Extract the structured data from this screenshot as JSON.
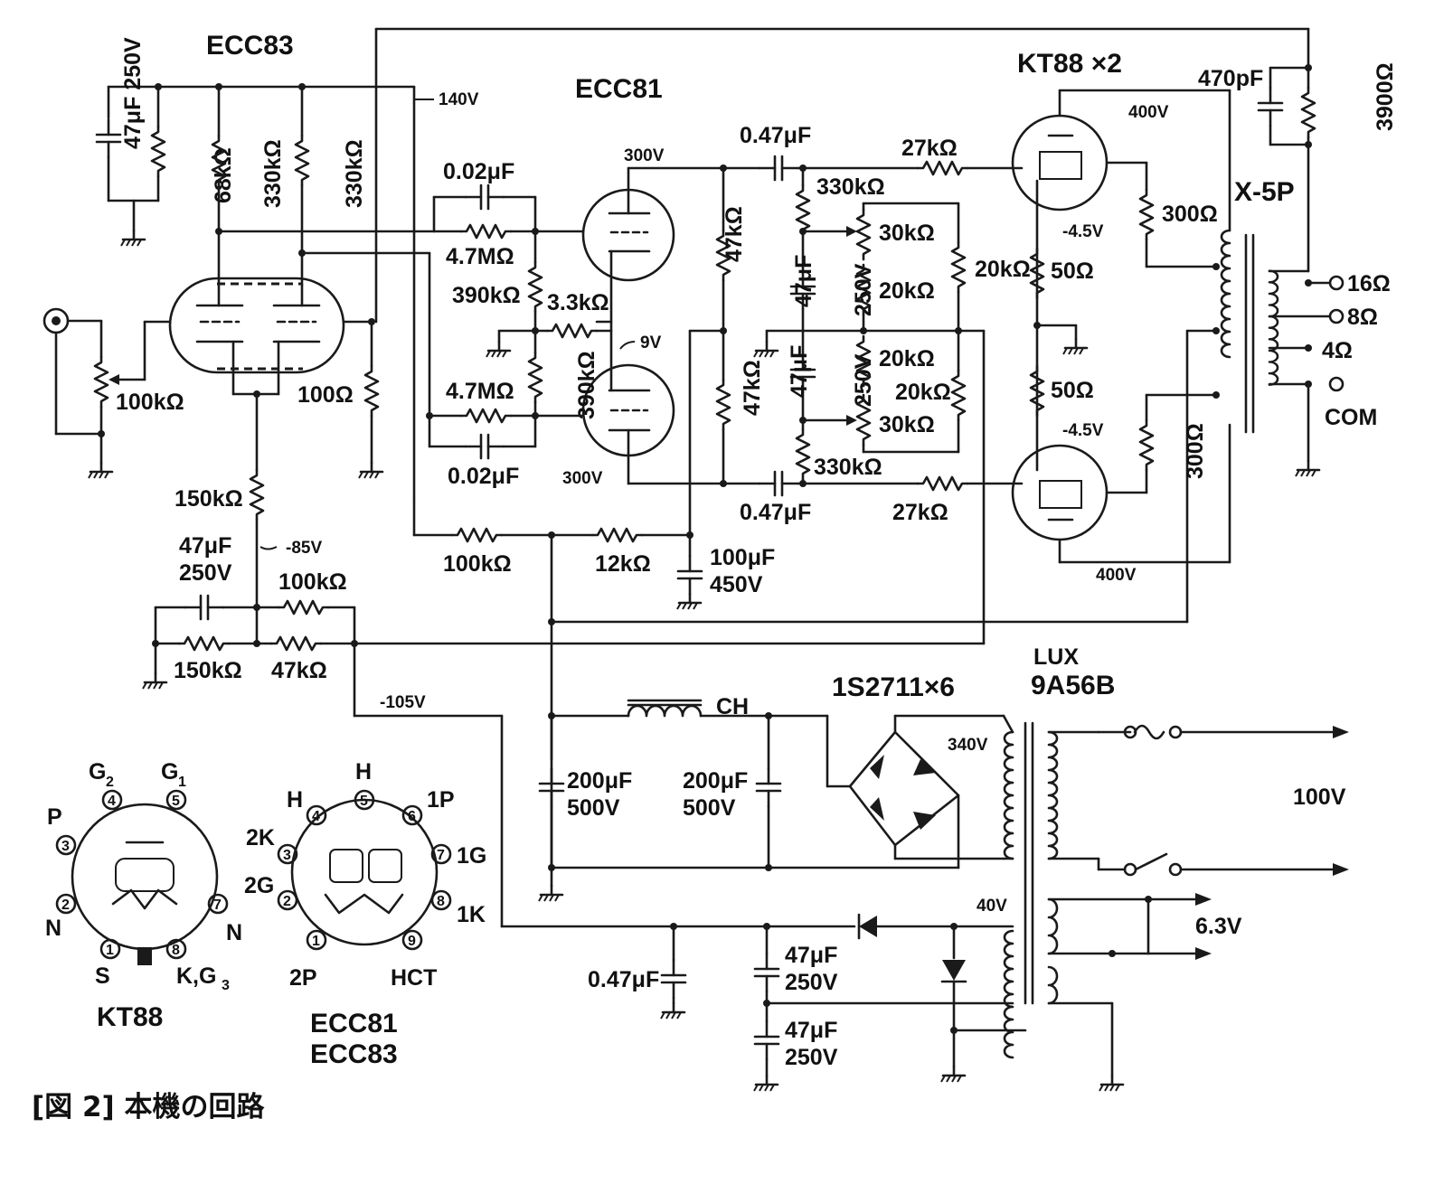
{
  "caption": "[図 2]  本機の回路",
  "tubes": {
    "input": "ECC83",
    "driver": "ECC81",
    "output": "KT88 ×2",
    "output_transformer": "X-5P",
    "power_transformer_brand": "LUX",
    "power_transformer": "9A56B",
    "rectifier": "1S2711×6"
  },
  "voltages": {
    "b_140": "140V",
    "p300_top": "300V",
    "p300_bot": "300V",
    "k9": "9V",
    "p400_top": "400V",
    "p400_bot": "400V",
    "g_m45_top": "-4.5V",
    "g_m45_bot": "-4.5V",
    "bias_m85": "-85V",
    "bias_m105": "-105V",
    "ac340": "340V",
    "ac40": "40V",
    "mains": "100V",
    "heater": "6.3V"
  },
  "outputs": {
    "o16": "16Ω",
    "o8": "8Ω",
    "o4": "4Ω",
    "com": "COM"
  },
  "components": {
    "c_47u": "47μF 250V",
    "r_68k": "68kΩ",
    "r_330k_a": "330kΩ",
    "r_330k_b": "330kΩ",
    "vr_100k": "100kΩ",
    "r_100": "100Ω",
    "r_150k_tail": "150kΩ",
    "c_47u_bias_a": "47μF",
    "c_47u_bias_b": "250V",
    "r_100k_bias": "100kΩ",
    "r_150k_bias": "150kΩ",
    "r_47k_bias": "47kΩ",
    "c_002_top": "0.02μF",
    "r_47m_top": "4.7MΩ",
    "r_390k_top": "390kΩ",
    "r_33k": "3.3kΩ",
    "r_390k_bot": "390kΩ",
    "r_47m_bot": "4.7MΩ",
    "c_002_bot": "0.02μF",
    "r_47k_top": "47kΩ",
    "r_47k_bot": "47kΩ",
    "c_047_top": "0.47μF",
    "c_047_bot": "0.47μF",
    "r_330k_gt": "330kΩ",
    "r_330k_gb": "330kΩ",
    "c_47u_mid_a": "47μF",
    "c_47u_mid_b": "250V",
    "c_47u_mid2_a": "47μF",
    "c_47u_mid2_b": "250V",
    "vr_30k_top": "30kΩ",
    "r_20k_a": "20kΩ",
    "r_20k_b": "20kΩ",
    "vr_30k_bot": "30kΩ",
    "r_20k_c": "20kΩ",
    "r_20k_d": "20kΩ",
    "r_27k_top": "27kΩ",
    "r_27k_bot": "27kΩ",
    "r_100k_b": "100kΩ",
    "r_12k": "12kΩ",
    "c_100u_a": "100μF",
    "c_100u_b": "450V",
    "r_50_top": "50Ω",
    "r_50_bot": "50Ω",
    "r_300_top": "300Ω",
    "r_300_bot": "300Ω",
    "c_470p": "470pF",
    "r_3900": "3900Ω",
    "choke": "CH",
    "c_200u_a1": "200μF",
    "c_200u_a2": "500V",
    "c_200u_b1": "200μF",
    "c_200u_b2": "500V",
    "c_047_ps": "0.47μF",
    "c_47u_ps1a": "47μF",
    "c_47u_ps1b": "250V",
    "c_47u_ps2a": "47μF",
    "c_47u_ps2b": "250V"
  },
  "pinouts": {
    "kt88": {
      "title": "KT88",
      "G2": "G",
      "G2sub": "2",
      "G1": "G",
      "G1sub": "1",
      "P": "P",
      "N1": "N",
      "N2": "N",
      "S": "S",
      "KG3": "K,G",
      "KG3sub": "3",
      "pins": [
        "1",
        "2",
        "3",
        "4",
        "5",
        "7",
        "8"
      ]
    },
    "ecc": {
      "title1": "ECC81",
      "title2": "ECC83",
      "H1": "H",
      "H2": "H",
      "p1": "1P",
      "g1": "1G",
      "k1": "1K",
      "k2": "2K",
      "g2": "2G",
      "p2": "2P",
      "hct": "HCT",
      "pins": [
        "1",
        "2",
        "3",
        "4",
        "5",
        "6",
        "7",
        "8",
        "9"
      ]
    }
  }
}
